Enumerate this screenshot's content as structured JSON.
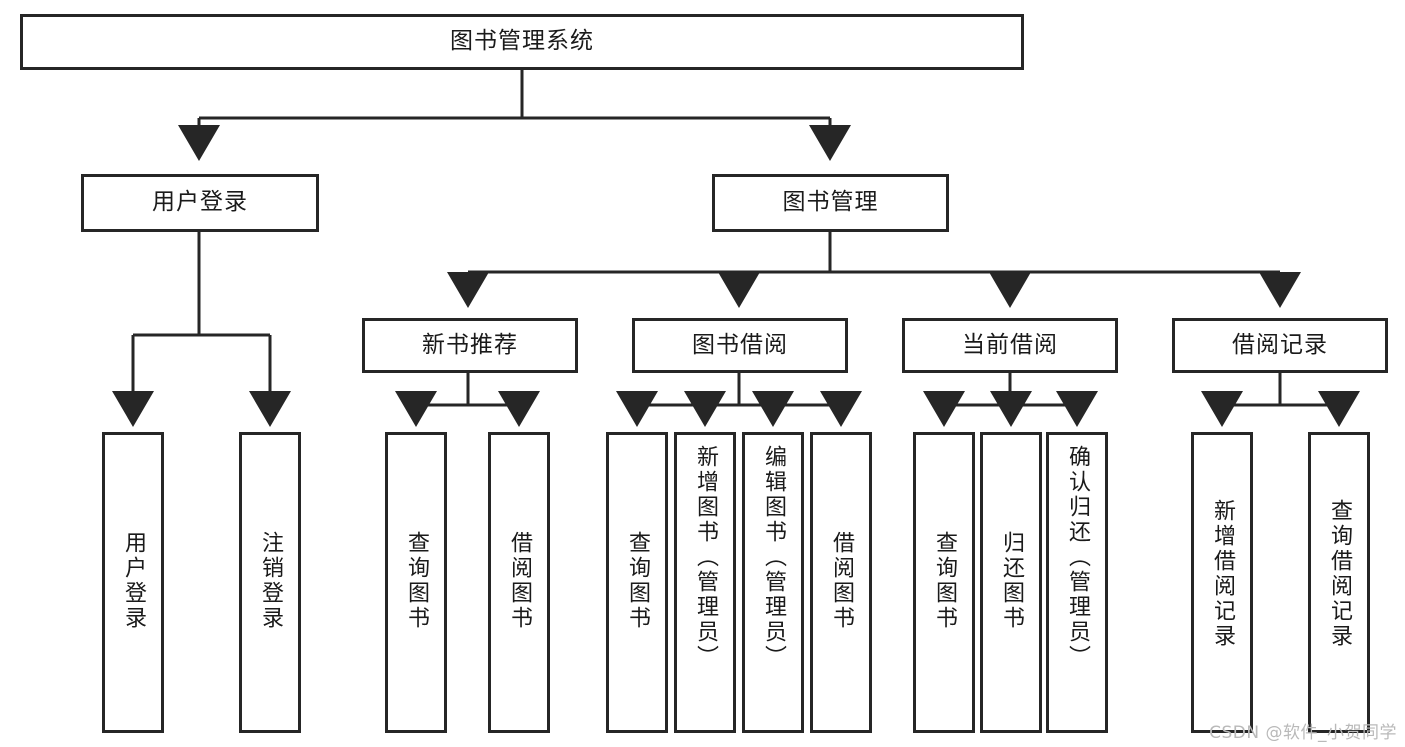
{
  "diagram": {
    "type": "tree",
    "title": "图书管理系统",
    "watermark": "CSDN @软件_小贺同学",
    "colors": {
      "border": "#262626",
      "text": "#1a1a1a",
      "background": "#ffffff",
      "watermark": "#b9b9b9"
    },
    "root": {
      "label": "图书管理系统"
    },
    "level2": [
      {
        "label": "用户登录"
      },
      {
        "label": "图书管理"
      }
    ],
    "level3": [
      {
        "label": "新书推荐"
      },
      {
        "label": "图书借阅"
      },
      {
        "label": "当前借阅"
      },
      {
        "label": "借阅记录"
      }
    ],
    "leaves": {
      "user_login": [
        {
          "label": "用户登录"
        },
        {
          "label": "注销登录"
        }
      ],
      "new_book_recommend": [
        {
          "label": "查询图书"
        },
        {
          "label": "借阅图书"
        }
      ],
      "book_borrow": [
        {
          "label": "查询图书"
        },
        {
          "label": "新增图书（管理员）"
        },
        {
          "label": "编辑图书（管理员）"
        },
        {
          "label": "借阅图书"
        }
      ],
      "current_borrow": [
        {
          "label": "查询图书"
        },
        {
          "label": "归还图书"
        },
        {
          "label": "确认归还（管理员）"
        }
      ],
      "borrow_record": [
        {
          "label": "新增借阅记录"
        },
        {
          "label": "查询借阅记录"
        }
      ]
    }
  }
}
